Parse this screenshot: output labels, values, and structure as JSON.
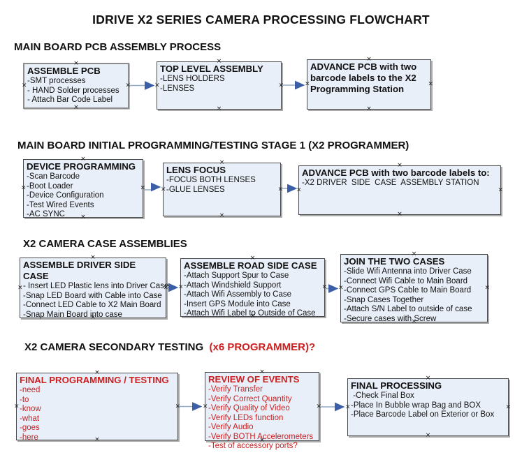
{
  "title": "IDRIVE X2  SERIES CAMERA PROCESSING FLOWCHART",
  "glyphs": {
    "handle": "×"
  },
  "colors": {
    "box_fill": "#e9eff8",
    "box_border": "#4a4a4a",
    "red_text": "#cc2020",
    "arrow_line": "#92a9c7",
    "arrow_head": "#3c5ea6"
  },
  "sections": [
    {
      "heading": "MAIN BOARD PCB ASSEMBLY PROCESS",
      "boxes": [
        {
          "title": "ASSEMBLE PCB",
          "items": [
            "-SMT processes",
            "- HAND Solder processes",
            "- Attach Bar Code Label"
          ]
        },
        {
          "title": "TOP LEVEL ASSEMBLY",
          "items": [
            "-LENS HOLDERS",
            "-LENSES"
          ]
        },
        {
          "title": "ADVANCE PCB with two barcode labels to the X2 Programming Station",
          "items": []
        }
      ]
    },
    {
      "heading": "MAIN BOARD INITIAL PROGRAMMING/TESTING STAGE 1 (X2 PROGRAMMER)",
      "boxes": [
        {
          "title": "DEVICE PROGRAMMING",
          "items": [
            "-Scan Barcode",
            "-Boot Loader",
            "-Device Configuration",
            "-Test Wired Events",
            "-AC SYNC"
          ]
        },
        {
          "title": "LENS FOCUS",
          "items": [
            "-FOCUS BOTH LENSES",
            "-GLUE LENSES"
          ]
        },
        {
          "title": "ADVANCE PCB with two barcode labels to:",
          "items": [
            "-X2 DRIVER  SIDE  CASE  ASSEMBLY STATION"
          ]
        }
      ]
    },
    {
      "heading": "X2 CAMERA CASE ASSEMBLIES",
      "boxes": [
        {
          "title": "ASSEMBLE DRIVER SIDE CASE",
          "items": [
            "- Insert LED Plastic lens into Driver Case",
            "-Snap LED Board with Cable into Case",
            "-Connect LED Cable to X2 Main Board",
            "-Snap Main Board into case"
          ]
        },
        {
          "title": "ASSEMBLE ROAD SIDE CASE",
          "items": [
            "-Attach Support Spur to Case",
            "-Attach Windshield Support",
            "-Attach Wifi Assembly to Case",
            "-Insert GPS Module into Case",
            "-Attach Wifi Label to Outside of Case"
          ]
        },
        {
          "title": "JOIN THE TWO CASES",
          "items": [
            "-Slide Wifi Antenna into Driver Case",
            "-Connect Wifi Cable to Main Board",
            "-Connect GPS Cable to Main Board",
            "-Snap Cases Together",
            "-Attach S/N Label to outside of case",
            "-Secure cases with Screw"
          ]
        }
      ]
    },
    {
      "heading": "X2 CAMERA SECONDARY TESTING ",
      "heading_red": " (x6 PROGRAMMER)?",
      "boxes": [
        {
          "title": "FINAL PROGRAMMING / TESTING",
          "items": [
            "-need",
            "-to",
            "-know",
            "-what",
            "-goes",
            "-here"
          ]
        },
        {
          "title": "REVIEW OF EVENTS",
          "items": [
            "-Verify Transfer",
            "-Verify Correct Quantity",
            "-Verify Quality of Video",
            "-Verify LEDs function",
            "-Verify Audio",
            "-Verify BOTH Accelerometers",
            "-Test of accessory ports?"
          ]
        },
        {
          "title": "FINAL PROCESSING",
          "items": [
            " -Check Final Box",
            "-Place In Bubble wrap Bag and BOX",
            "-Place Barcode Label on Exterior or Box"
          ]
        }
      ]
    }
  ]
}
